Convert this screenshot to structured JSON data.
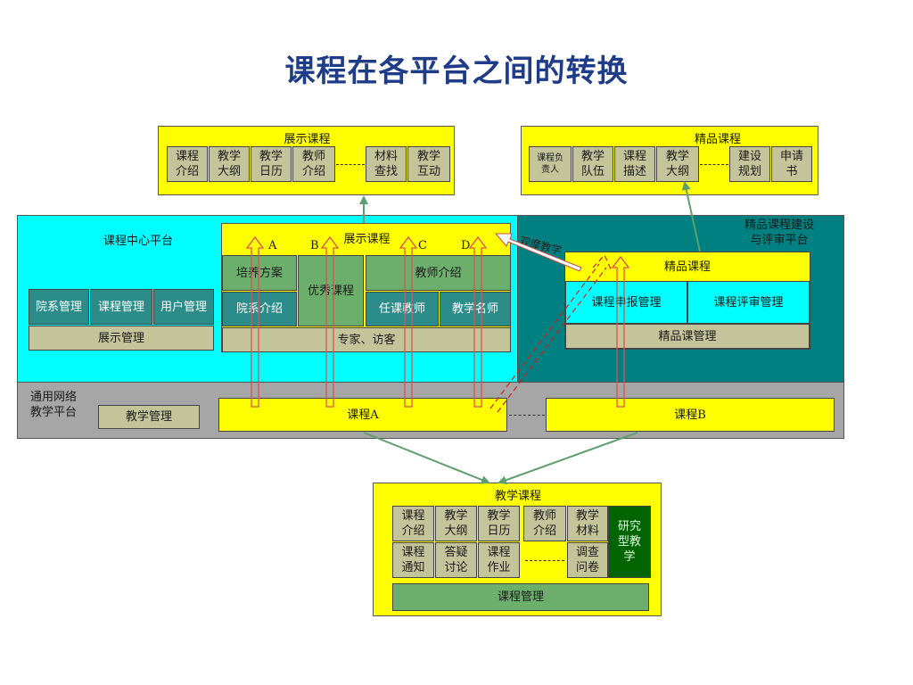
{
  "title": "课程在各平台之间的转换",
  "display_course_top": {
    "header": "展示课程",
    "items": [
      "课程\n介绍",
      "教学\n大纲",
      "教学\n日历",
      "教师\n介绍",
      "材料\n查找",
      "教学\n互动"
    ]
  },
  "quality_course_top": {
    "header": "精品课程",
    "items": [
      "课程负\n责人",
      "教学\n队伍",
      "课程\n描述",
      "教学\n大纲",
      "建设\n规划",
      "申请\n书"
    ]
  },
  "center_platform": {
    "label": "课程中心平台",
    "mgmt": [
      "院系管理",
      "课程管理",
      "用户管理"
    ],
    "display_mgmt": "展示管理",
    "display_course": {
      "header": "展示课程",
      "markers": [
        "A",
        "B",
        "C",
        "D"
      ],
      "training_plan": "培养方案",
      "excellent_course": "优秀课程",
      "teacher_intro": "教师介绍",
      "dept_intro": "院系介绍",
      "course_teacher": "任课教师",
      "famous_teacher": "教学名师",
      "experts": "专家、访客"
    }
  },
  "quality_platform": {
    "label": "精品课程建设\n与评审平台",
    "observe": "观摩教学",
    "course_header": "精品课程",
    "apply_mgmt": "课程申报管理",
    "review_mgmt": "课程评审管理",
    "quality_mgmt": "精品课管理"
  },
  "network_platform": {
    "label": "通用网络\n教学平台",
    "teaching_mgmt": "教学管理",
    "course_a": "课程A",
    "course_b": "课程B"
  },
  "teaching_course": {
    "header": "教学课程",
    "row1": [
      "课程\n介绍",
      "教学\n大纲",
      "教学\n日历",
      "教师\n介绍",
      "教学\n材料"
    ],
    "row2": [
      "课程\n通知",
      "答疑\n讨论",
      "课程\n作业",
      "调查\n问卷"
    ],
    "research": "研究\n型教\n学",
    "course_mgmt": "课程管理"
  },
  "colors": {
    "yellow": "#ffff00",
    "cyan": "#00ffff",
    "dark_teal": "#008080",
    "gray": "#a6a6a6",
    "olive": "#c4c49a",
    "green": "#6cae6c",
    "title_blue": "#1f3c88"
  }
}
